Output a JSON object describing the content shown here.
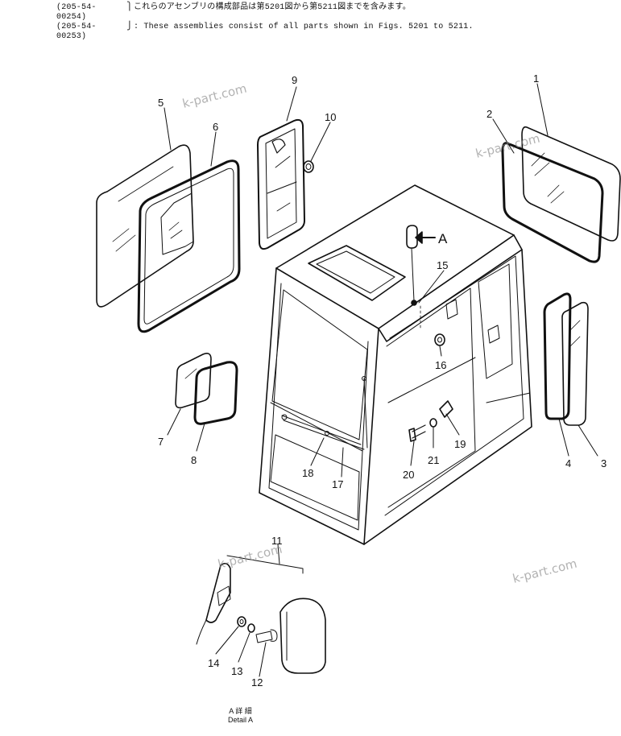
{
  "header": {
    "codes": [
      "(205-54-00254)",
      "(205-54-00253)"
    ],
    "jp_note": "これらのアセンブリの構成部品は第5201図から第5211図までを含みます。",
    "en_note": ": These assemblies consist of all parts shown in Figs. 5201 to 5211."
  },
  "callouts": {
    "p1": "1",
    "p2": "2",
    "p3": "3",
    "p4": "4",
    "p5": "5",
    "p6": "6",
    "p7": "7",
    "p8": "8",
    "p9": "9",
    "p10": "10",
    "p11": "11",
    "p12": "12",
    "p13": "13",
    "p14": "14",
    "p15": "15",
    "p16": "16",
    "p17": "17",
    "p18": "18",
    "p19": "19",
    "p20": "20",
    "p21": "21"
  },
  "view_marker": "A",
  "detail_caption": {
    "jp": "A 詳 細",
    "en": "Detail A"
  },
  "watermark": "k-part.com"
}
